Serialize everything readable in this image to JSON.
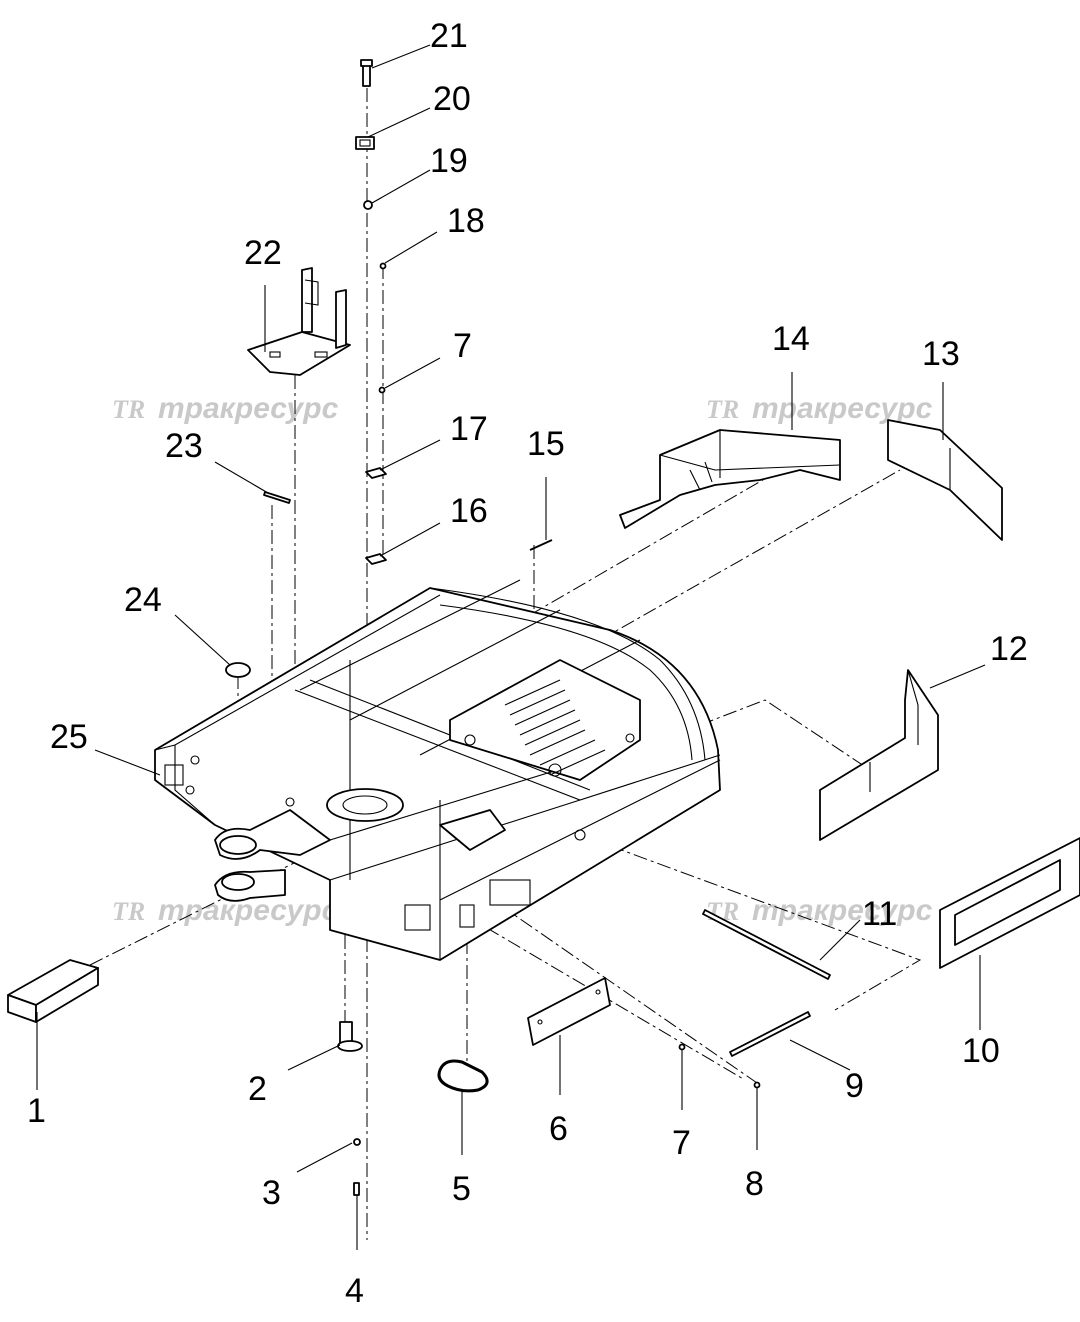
{
  "callouts": [
    {
      "id": "21",
      "label": "21"
    },
    {
      "id": "20",
      "label": "20"
    },
    {
      "id": "19",
      "label": "19"
    },
    {
      "id": "18",
      "label": "18"
    },
    {
      "id": "22",
      "label": "22"
    },
    {
      "id": "7a",
      "label": "7"
    },
    {
      "id": "14",
      "label": "14"
    },
    {
      "id": "13",
      "label": "13"
    },
    {
      "id": "17",
      "label": "17"
    },
    {
      "id": "23",
      "label": "23"
    },
    {
      "id": "15",
      "label": "15"
    },
    {
      "id": "16",
      "label": "16"
    },
    {
      "id": "24",
      "label": "24"
    },
    {
      "id": "12",
      "label": "12"
    },
    {
      "id": "25",
      "label": "25"
    },
    {
      "id": "11",
      "label": "11"
    },
    {
      "id": "10",
      "label": "10"
    },
    {
      "id": "2",
      "label": "2"
    },
    {
      "id": "9",
      "label": "9"
    },
    {
      "id": "1",
      "label": "1"
    },
    {
      "id": "6",
      "label": "6"
    },
    {
      "id": "7b",
      "label": "7"
    },
    {
      "id": "3",
      "label": "3"
    },
    {
      "id": "5",
      "label": "5"
    },
    {
      "id": "8",
      "label": "8"
    },
    {
      "id": "4",
      "label": "4"
    }
  ],
  "watermark": {
    "logo": "TR",
    "text": "тракресурс"
  }
}
